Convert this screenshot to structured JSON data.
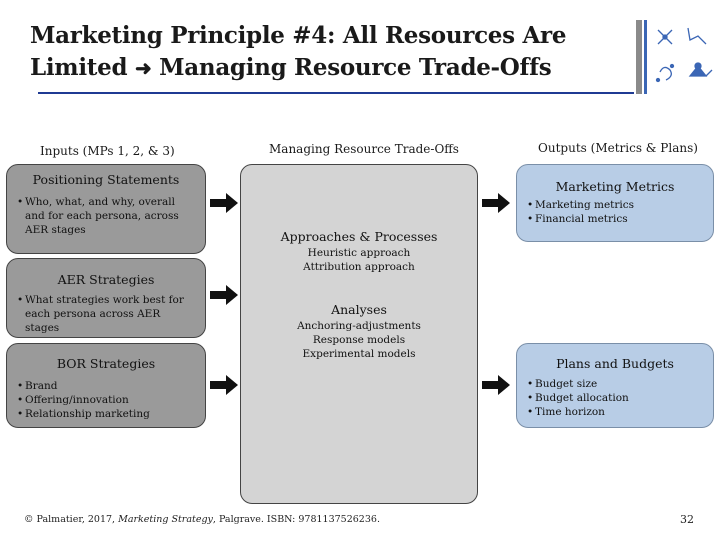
{
  "title": {
    "line1": "Marketing Principle #4: All Resources Are",
    "line2_before": "Limited",
    "line2_after": "Managing Resource Trade-Offs"
  },
  "columns": {
    "inputs": "Inputs (MPs 1, 2, & 3)",
    "center": "Managing Resource Trade-Offs",
    "outputs": "Outputs (Metrics & Plans)"
  },
  "inputs": [
    {
      "title": "Positioning Statements",
      "items": [
        "Who, what, and why, overall and for each persona, across AER stages"
      ]
    },
    {
      "title": "AER Strategies",
      "items": [
        "What strategies work best for each persona across AER stages"
      ]
    },
    {
      "title": "BOR Strategies",
      "items": [
        "Brand",
        "Offering/innovation",
        "Relationship marketing"
      ]
    }
  ],
  "center": {
    "sections": [
      {
        "title": "Approaches & Processes",
        "lines": [
          "Heuristic approach",
          "Attribution approach"
        ]
      },
      {
        "title": "Analyses",
        "lines": [
          "Anchoring-adjustments",
          "Response models",
          "Experimental models"
        ]
      }
    ]
  },
  "outputs": [
    {
      "title": "Marketing Metrics",
      "items": [
        "Marketing metrics",
        "Financial metrics"
      ]
    },
    {
      "title": "Plans and Budgets",
      "items": [
        "Budget size",
        "Budget allocation",
        "Time horizon"
      ]
    }
  ],
  "footer": {
    "before": "© Palmatier, 2017, ",
    "italic": "Marketing Strategy",
    "after": ", Palgrave. ISBN: 9781137526236."
  },
  "page_number": "32",
  "colors": {
    "accent": "#1f3a93",
    "input_box": "#9a9a9a",
    "center_box": "#d4d4d4",
    "output_box": "#b8cde6"
  }
}
